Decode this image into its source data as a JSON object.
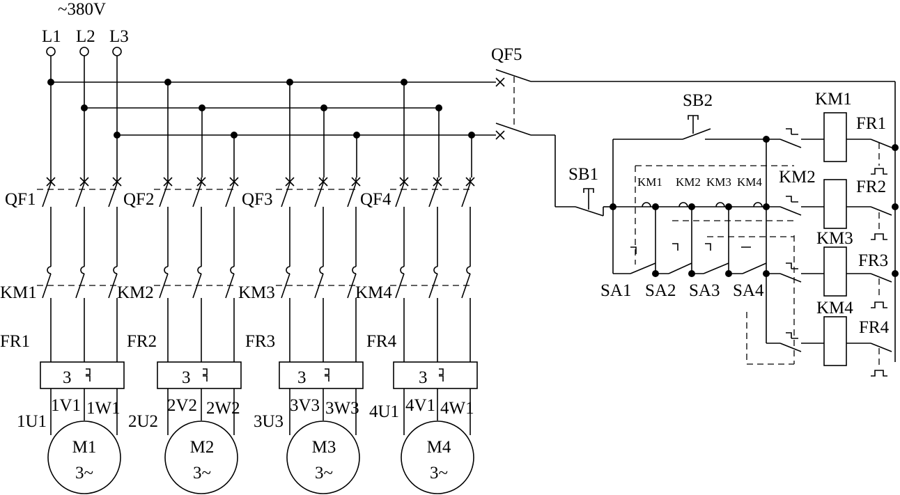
{
  "supply": {
    "voltage": "~380V",
    "phases": [
      "L1",
      "L2",
      "L3"
    ]
  },
  "main_breaker": "QF5",
  "feeders": [
    {
      "breaker": "QF1",
      "contactor": "KM1",
      "relay": "FR1",
      "relay_num": "3",
      "motor": "M1",
      "motor_type": "3~",
      "terminals": [
        "1U1",
        "1V1",
        "1W1"
      ]
    },
    {
      "breaker": "QF2",
      "contactor": "KM2",
      "relay": "FR2",
      "relay_num": "3",
      "motor": "M2",
      "motor_type": "3~",
      "terminals": [
        "2U2",
        "2V2",
        "2W2"
      ]
    },
    {
      "breaker": "QF3",
      "contactor": "KM3",
      "relay": "FR3",
      "relay_num": "3",
      "motor": "M3",
      "motor_type": "3~",
      "terminals": [
        "3U3",
        "3V3",
        "3W3"
      ]
    },
    {
      "breaker": "QF4",
      "contactor": "KM4",
      "relay": "FR4",
      "relay_num": "3",
      "motor": "M4",
      "motor_type": "3~",
      "terminals": [
        "4U1",
        "4V1",
        "4W1"
      ]
    }
  ],
  "control": {
    "stop_button": "SB1",
    "start_button": "SB2",
    "aux_contacts": [
      "KM1",
      "KM2",
      "KM3",
      "KM4"
    ],
    "selectors": [
      "SA1",
      "SA2",
      "SA3",
      "SA4"
    ],
    "coils": [
      "KM1",
      "KM2",
      "KM3",
      "KM4"
    ],
    "relays": [
      "FR1",
      "FR2",
      "FR3",
      "FR4"
    ]
  }
}
